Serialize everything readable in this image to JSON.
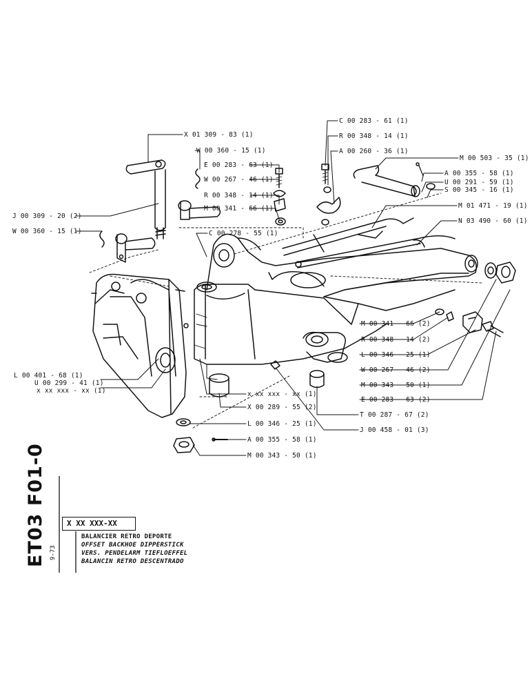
{
  "labels": [
    {
      "id": "x-01-309-83",
      "text": "X 01 309 - 83  (1)"
    },
    {
      "id": "w-00-360-15-a",
      "text": "W 00 360 - 15  (1)"
    },
    {
      "id": "e-00-283-63-a",
      "text": "E 00 283 - 63  (1)"
    },
    {
      "id": "w-00-267-46-a",
      "text": "W 00 267 - 46  (1)"
    },
    {
      "id": "r-00-348-14-a",
      "text": "R 00 348 - 14  (1)"
    },
    {
      "id": "m-00-341-66-a",
      "text": "M 00 341 - 66  (1)"
    },
    {
      "id": "j-00-309-20",
      "text": "J 00 309 - 20  (2)"
    },
    {
      "id": "w-00-360-15-b",
      "text": "W 00 360 - 15  (1)"
    },
    {
      "id": "c-00-278-55",
      "text": "C 00 278 - 55  (1)"
    },
    {
      "id": "c-00-283-61",
      "text": "C 00 283 - 61  (1)"
    },
    {
      "id": "r-00-348-14-b",
      "text": "R 00 348 - 14  (1)"
    },
    {
      "id": "a-00-260-36",
      "text": "A 00 260 - 36  (1)"
    },
    {
      "id": "m-00-503-35",
      "text": "M 00 503 - 35  (1)"
    },
    {
      "id": "a-00-355-58-a",
      "text": "A 00 355 - 58  (1)"
    },
    {
      "id": "u-00-291-59",
      "text": "U  00 291 - 59  (1)"
    },
    {
      "id": "s-00-345-16",
      "text": "S  00 345 - 16  (1)"
    },
    {
      "id": "m-01-471-19",
      "text": "M 01 471 - 19  (1)"
    },
    {
      "id": "n-03-490-60",
      "text": "N 03 490 - 60  (1)"
    },
    {
      "id": "m-00-341-66-b",
      "text": "M 00 341 - 66  (2)"
    },
    {
      "id": "r-00-348-14-c",
      "text": "R 00 348 - 14  (2)"
    },
    {
      "id": "l-00-346-25-a",
      "text": "L  00 346 - 25  (1)"
    },
    {
      "id": "w-00-267-46-b",
      "text": "W 00 267 - 46  (2)"
    },
    {
      "id": "m-00-343-50-a",
      "text": "M 00 343 - 50  (1)"
    },
    {
      "id": "e-00-283-63-b",
      "text": "E  00 283 - 63  (2)"
    },
    {
      "id": "l-00-401-68",
      "text": "L 00 401 - 68  (1)"
    },
    {
      "id": "u-00-299-41",
      "text": "U 00 299 - 41  (1)"
    },
    {
      "id": "x-xx-xxx-xx-a",
      "text": "x  xx  xxx - xx   (1)"
    },
    {
      "id": "x-xx-xxx-xx-b",
      "text": "x  xx  xxx - xx  (1)"
    },
    {
      "id": "x-00-289-55",
      "text": "X  00 289 - 55  (2)"
    },
    {
      "id": "l-00-346-25-b",
      "text": "L  00 346 - 25  (1)"
    },
    {
      "id": "a-00-355-58-b",
      "text": "A  00 355 - 58  (1)"
    },
    {
      "id": "m-00-343-50-b",
      "text": "M 00 343 - 50  (1)"
    },
    {
      "id": "t-00-287-67",
      "text": "T  00 287 - 67  (2)"
    },
    {
      "id": "j-00-458-01",
      "text": "J  00 458 - 01  (3)"
    }
  ],
  "title_block": {
    "ref_main": "ET03  F01-0",
    "ref_date": "9-73",
    "code": "X XX XXX-XX",
    "titles": [
      "BALANCIER RETRO DEPORTE",
      "OFFSET BACKHOE DIPPERSTICK",
      "VERS. PENDELARM TIEFLOEFFEL",
      "BALANCIN RETRO DESCENTRADO"
    ]
  }
}
